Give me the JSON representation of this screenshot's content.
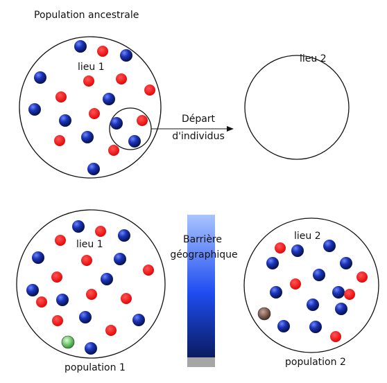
{
  "diagram": {
    "title": "Population ancestrale",
    "top_left_place": "lieu 1",
    "top_right_place": "lieu 2",
    "migration_line1": "Départ",
    "migration_line2": "d'individus",
    "barrier_line1": "Barrière",
    "barrier_line2": "géographique",
    "bottom_left_place": "lieu 1",
    "bottom_right_place": "lieu 2",
    "population1": "population 1",
    "population2": "population 2"
  },
  "colors": {
    "allele_blue": "#1a2f9c",
    "allele_red": "#ff0000",
    "mutant_green": "#3cbf3c",
    "mutant_brown": "#6b4a3a",
    "outline": "#111111"
  }
}
